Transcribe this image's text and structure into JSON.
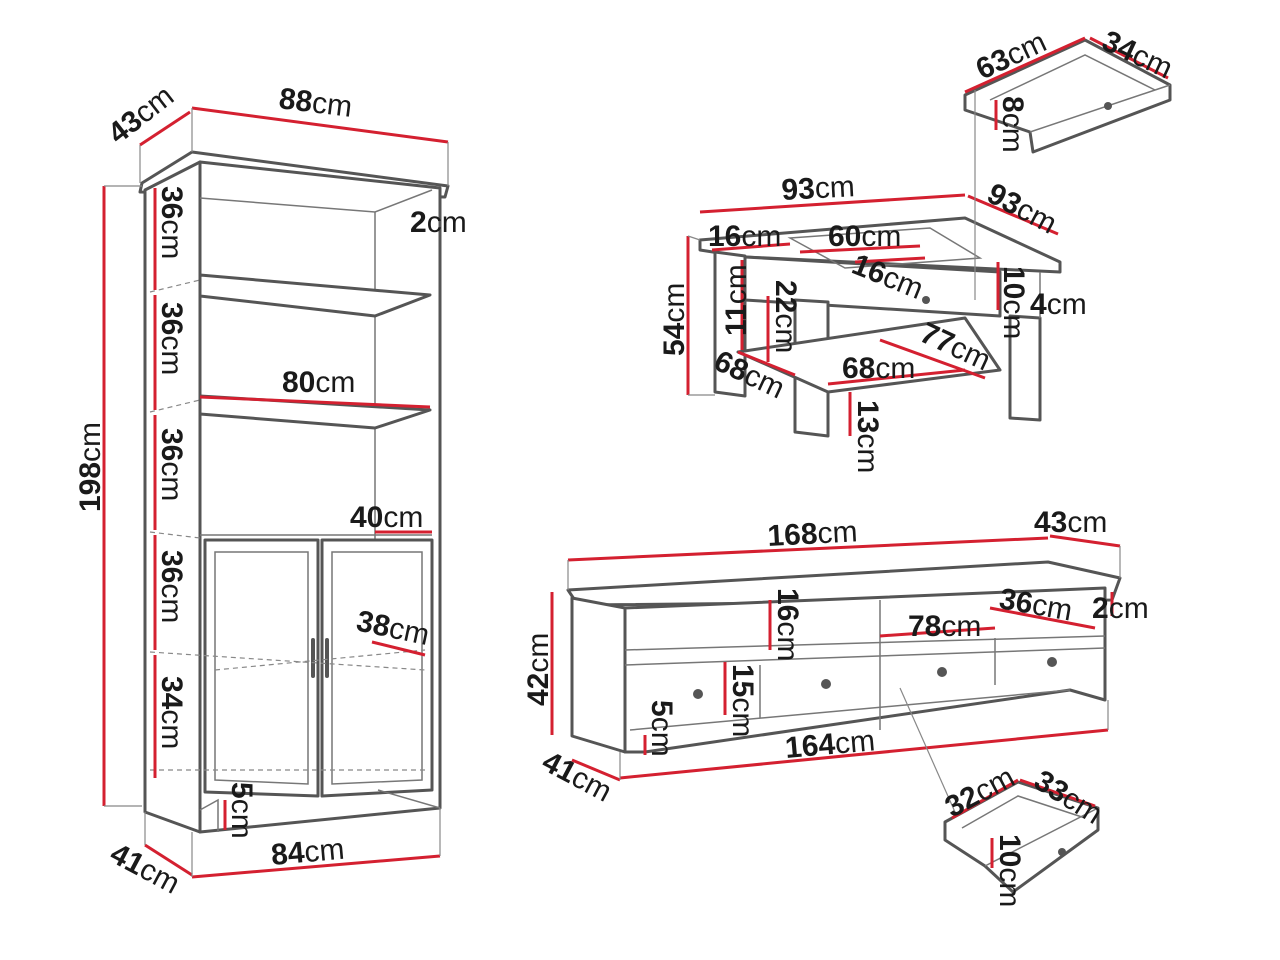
{
  "unit": "cm",
  "colors": {
    "dimension_line": "#d42030",
    "outline": "#555555",
    "text": "#1a1a1a"
  },
  "bookcase": {
    "depth_top": "43",
    "width_top": "88",
    "height": "198",
    "top_thickness": "2",
    "shelf_heights": [
      "36",
      "36",
      "36",
      "36",
      "34"
    ],
    "shelf_width": "80",
    "cabinet_depth": "40",
    "inner_depth": "38",
    "plinth": "5",
    "depth_bottom": "41",
    "width_bottom": "84"
  },
  "coffee_table": {
    "width": "93",
    "depth": "93",
    "height": "54",
    "top_border": "16",
    "glass_width": "60",
    "glass_depth": "16",
    "drawer_height": "10",
    "top_thickness": "4",
    "side_gap": "11",
    "shelf_gap": "22",
    "shelf_depth": "68",
    "shelf_width": "68",
    "shelf_diagonal": "77",
    "leg_clearance": "13"
  },
  "table_drawer": {
    "width": "63",
    "depth": "34",
    "height": "8"
  },
  "tv_stand": {
    "width": "168",
    "depth": "43",
    "height": "42",
    "niche_height": "16",
    "niche_depth": "36",
    "niche_width": "78",
    "top_thickness": "2",
    "drawer_front": "15",
    "plinth": "5",
    "base_width": "164",
    "base_depth": "41"
  },
  "tv_drawer": {
    "width": "32",
    "depth": "33",
    "height": "10"
  }
}
